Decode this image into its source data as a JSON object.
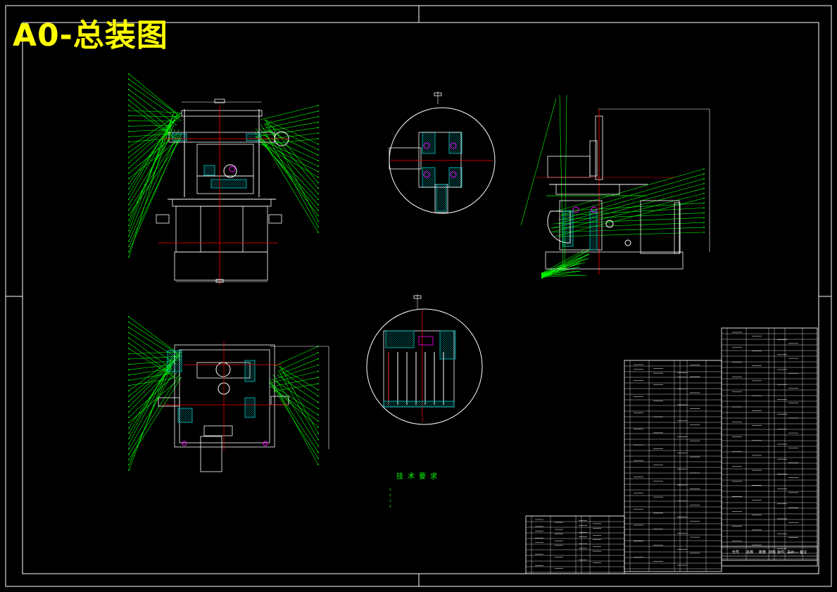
{
  "drawing": {
    "title": "A0-总装图",
    "colors": {
      "background": "#000000",
      "frame": "#ffffff",
      "leader": "#00ff00",
      "hatch": "#00c8c8",
      "part": "#ff00ff",
      "center": "#ff0000",
      "title_text": "#ffff00"
    }
  },
  "tech_requirements": {
    "title": "技术要求",
    "notes": [
      "1.",
      "2.",
      "3.",
      "4."
    ]
  },
  "views": [
    {
      "id": "front-view",
      "label": "front view (top-left)"
    },
    {
      "id": "detail-circle-top",
      "label": "detail I"
    },
    {
      "id": "side-view",
      "label": "side view (top-right)"
    },
    {
      "id": "top-view",
      "label": "top view (bottom-left)"
    },
    {
      "id": "detail-circle-bottom",
      "label": "detail II"
    }
  ],
  "title_block": {
    "headers": [
      "代号",
      "名称",
      "数量",
      "材料",
      "单件",
      "总计",
      "备注"
    ],
    "drawing_name": ""
  }
}
